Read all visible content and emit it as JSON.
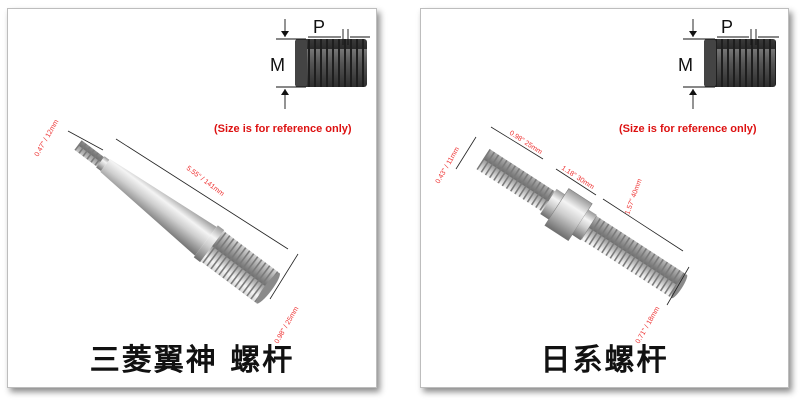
{
  "left": {
    "caption": "三菱翼神 螺杆",
    "reference_note": "(Size is for reference only)",
    "thread_diagram": {
      "pitch_label": "P",
      "diameter_label": "M"
    },
    "dimensions": {
      "top_thread": "0.47\" / 12mm",
      "length": "5.55\" / 141mm",
      "bottom_thread": "0.98\" / 25mm"
    }
  },
  "right": {
    "caption": "日系螺杆",
    "reference_note": "(Size is for reference only)",
    "thread_diagram": {
      "pitch_label": "P",
      "diameter_label": "M"
    },
    "dimensions": {
      "top_diameter": "0.43\" / 11mm",
      "top_length": "0.98\" 25mm",
      "middle_length": "1.18\" 30mm",
      "bottom_length": "1.57\" 40mm",
      "bottom_diameter": "0.71\" / 18mm"
    }
  }
}
